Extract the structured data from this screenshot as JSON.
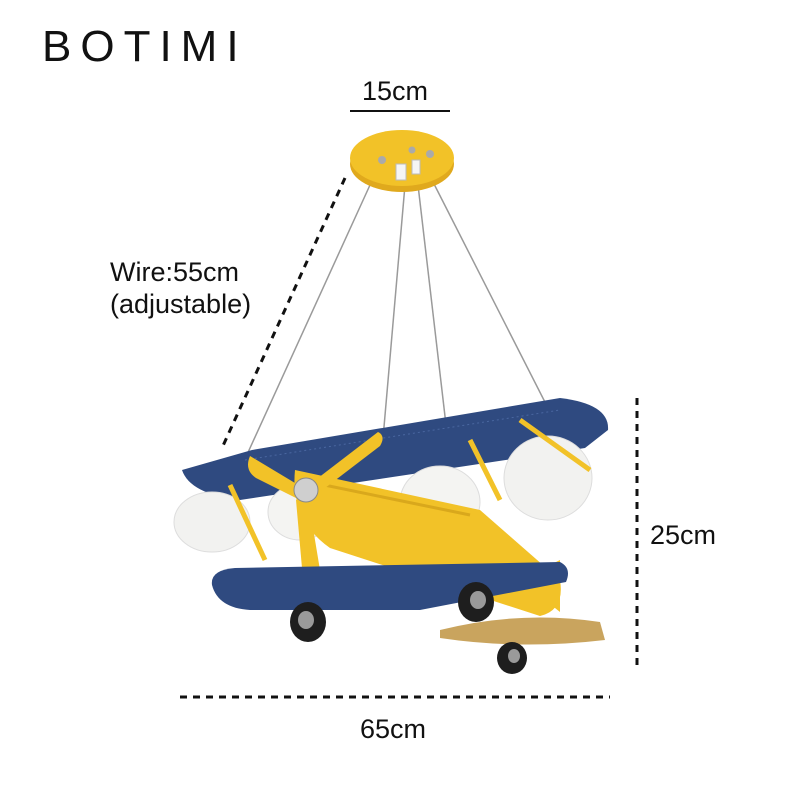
{
  "brand": {
    "name": "BOTIMI"
  },
  "dimensions": {
    "top_width": "15cm",
    "wire_length": "Wire:55cm",
    "wire_note": "(adjustable)",
    "height": "25cm",
    "width": "65cm"
  },
  "colors": {
    "wing_blue": "#2f4a80",
    "body_yellow": "#f2c228",
    "shade_white": "#f2f2f0",
    "tire_black": "#1e1e1e"
  }
}
